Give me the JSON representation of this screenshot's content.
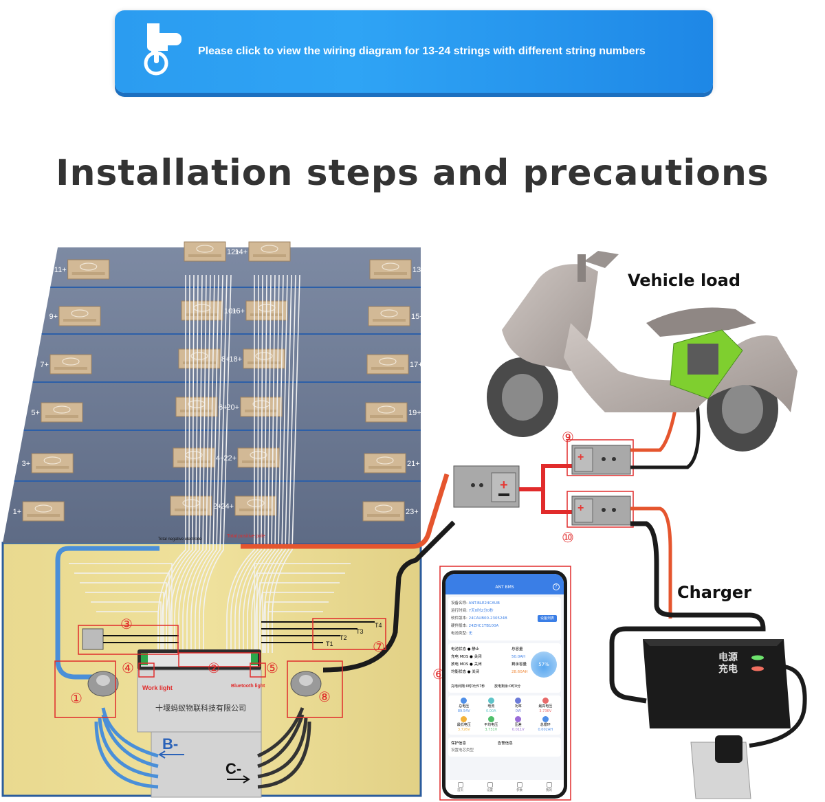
{
  "banner": {
    "text": "Please click to view the wiring diagram for 13-24 strings with different string numbers",
    "icon": "pointing-hand-power-icon",
    "colors": {
      "top": "#2fa4f5",
      "shadow": "#1c6fbf"
    }
  },
  "heading": "Installation steps and precautions",
  "cells_left": [
    "11+",
    "9+",
    "7+",
    "5+",
    "3+",
    "1+"
  ],
  "cells_center_left": [
    "12+",
    "10+",
    "8+",
    "6+",
    "4+",
    "2+"
  ],
  "cells_center_right": [
    "14+",
    "16+",
    "18+",
    "20+",
    "22+",
    "24+"
  ],
  "cells_right": [
    "13+",
    "15+",
    "17+",
    "19+",
    "21+",
    "23+"
  ],
  "poles": {
    "negative": "Total negative electrode",
    "positive": "Total positive pole"
  },
  "markers": [
    "①",
    "②",
    "③",
    "④",
    "⑤",
    "⑥",
    "⑦",
    "⑧",
    "⑨",
    "⑩"
  ],
  "board": {
    "brand": "十堰蚂蚁物联科技有限公司",
    "work_light": "Work light",
    "bluetooth_light": "Bluetooth light",
    "b_minus": "B-",
    "c_minus": "C-"
  },
  "temp_sensors": [
    "T1",
    "T2",
    "T3",
    "T4"
  ],
  "labels": {
    "vehicle_load": "Vehicle load",
    "charger": "Charger"
  },
  "charger": {
    "power_label": "电源",
    "charge_label": "充电"
  },
  "app": {
    "title": "ANT BMS",
    "info": [
      {
        "k": "设备名称:",
        "v": "ANT-BLE24CAUB"
      },
      {
        "k": "运行时间:",
        "v": "7天0时2分0秒"
      },
      {
        "k": "软件版本:",
        "v": "24CAUB00-230524B"
      },
      {
        "k": "硬件版本:",
        "v": "24ZHC1TB100A"
      },
      {
        "k": "电池类型:",
        "v": "无"
      }
    ],
    "device_list_button": "设备列表",
    "status_rows": [
      {
        "k": "电池状态",
        "v": "静止"
      },
      {
        "k": "充电 MOS",
        "v": "关闭"
      },
      {
        "k": "放电 MOS",
        "v": "关闭"
      },
      {
        "k": "均衡状态",
        "v": "关闭"
      }
    ],
    "capacity_title": "总容量",
    "capacity_value": "50.0AH",
    "remaining_title": "剩余容量",
    "remaining_value": "28.60AH",
    "soc": "57%",
    "charge_interval": "充电间隔:0时0分57秒",
    "discharge_count": "放电剩余:0时0分",
    "metrics": [
      {
        "label": "总电压",
        "value": "89.54V",
        "color": "#4f8fe8"
      },
      {
        "label": "电流",
        "value": "0.00A",
        "color": "#5fc4c9"
      },
      {
        "label": "功率",
        "value": "0W",
        "color": "#6c7bd8"
      },
      {
        "label": "最高电压",
        "value": "3.736V",
        "color": "#e86a6a"
      },
      {
        "label": "最低电压",
        "value": "3.726V",
        "color": "#f3b23a"
      },
      {
        "label": "平均电压",
        "value": "3.731V",
        "color": "#4fbf6a"
      },
      {
        "label": "压差",
        "value": "0.011V",
        "color": "#9a6bd8"
      },
      {
        "label": "总循环",
        "value": "0.002AH",
        "color": "#4f8fe8"
      }
    ],
    "protect_info": "保护信息",
    "alarm_info": "告警信息",
    "setting_item": "设置电芯类型",
    "nav": [
      "首页",
      "设置",
      "参数",
      "我的"
    ]
  }
}
